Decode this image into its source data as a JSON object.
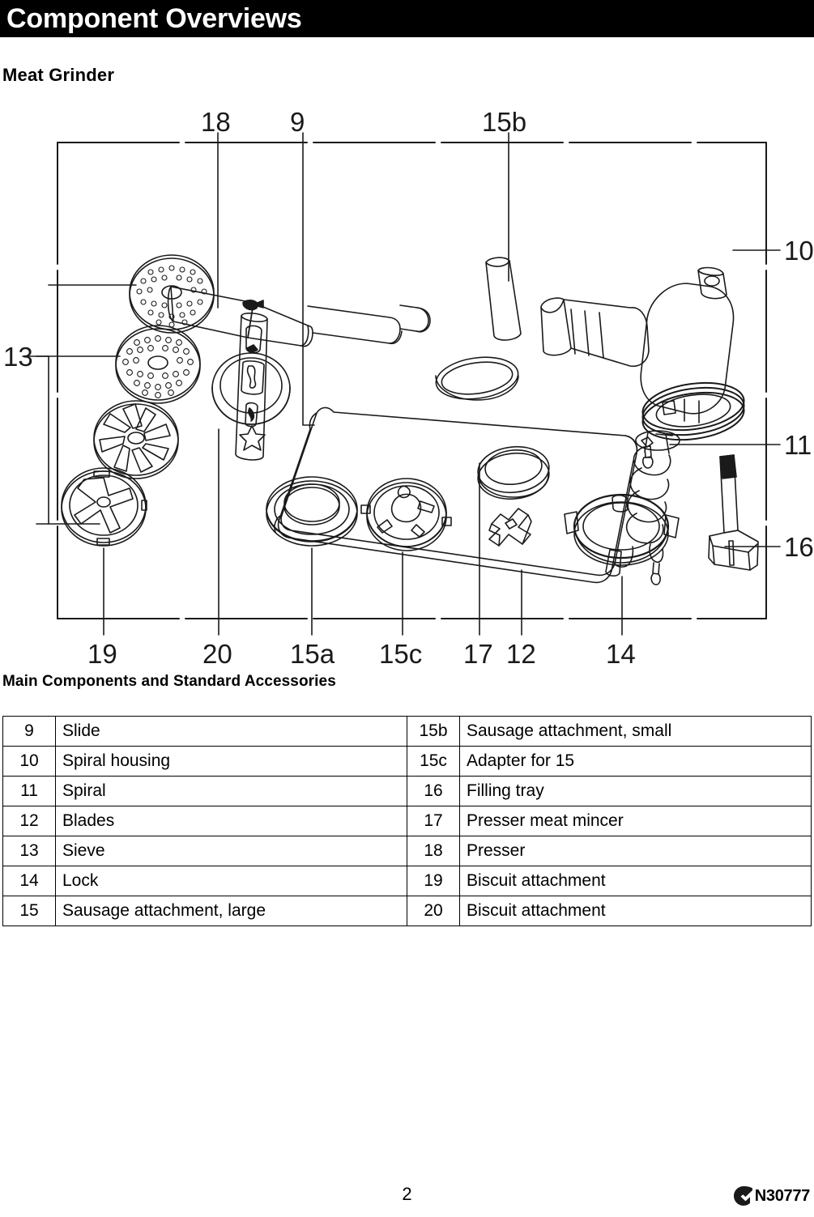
{
  "header": {
    "title": "Component Overviews"
  },
  "section": {
    "title": "Meat Grinder"
  },
  "diagram": {
    "caption": "Main Components and Standard Accessories",
    "callouts": {
      "top": [
        "18",
        "9",
        "15b"
      ],
      "right": [
        "10",
        "11",
        "16"
      ],
      "left": [
        "13"
      ],
      "bottom": [
        "19",
        "20",
        "15a",
        "15c",
        "17",
        "12",
        "14"
      ]
    }
  },
  "parts_table": {
    "rows": [
      {
        "left_num": "9",
        "left_desc": "Slide",
        "right_num": "15b",
        "right_desc": "Sausage attachment, small"
      },
      {
        "left_num": "10",
        "left_desc": "Spiral housing",
        "right_num": "15c",
        "right_desc": "Adapter for 15"
      },
      {
        "left_num": "11",
        "left_desc": "Spiral",
        "right_num": "16",
        "right_desc": "Filling tray"
      },
      {
        "left_num": "12",
        "left_desc": "Blades",
        "right_num": "17",
        "right_desc": "Presser meat mincer"
      },
      {
        "left_num": "13",
        "left_desc": "Sieve",
        "right_num": "18",
        "right_desc": "Presser"
      },
      {
        "left_num": "14",
        "left_desc": "Lock",
        "right_num": "19",
        "right_desc": "Biscuit attachment"
      },
      {
        "left_num": "15",
        "left_desc": "Sausage attachment, large",
        "right_num": "20",
        "right_desc": "Biscuit attachment"
      }
    ]
  },
  "footer": {
    "page_number": "2",
    "compliance_code": "N30777",
    "compliance_icon": "c-tick-icon"
  },
  "colors": {
    "header_bg": "#000000",
    "header_text": "#ffffff",
    "body_text": "#000000",
    "line_art": "#1a1a1a"
  }
}
